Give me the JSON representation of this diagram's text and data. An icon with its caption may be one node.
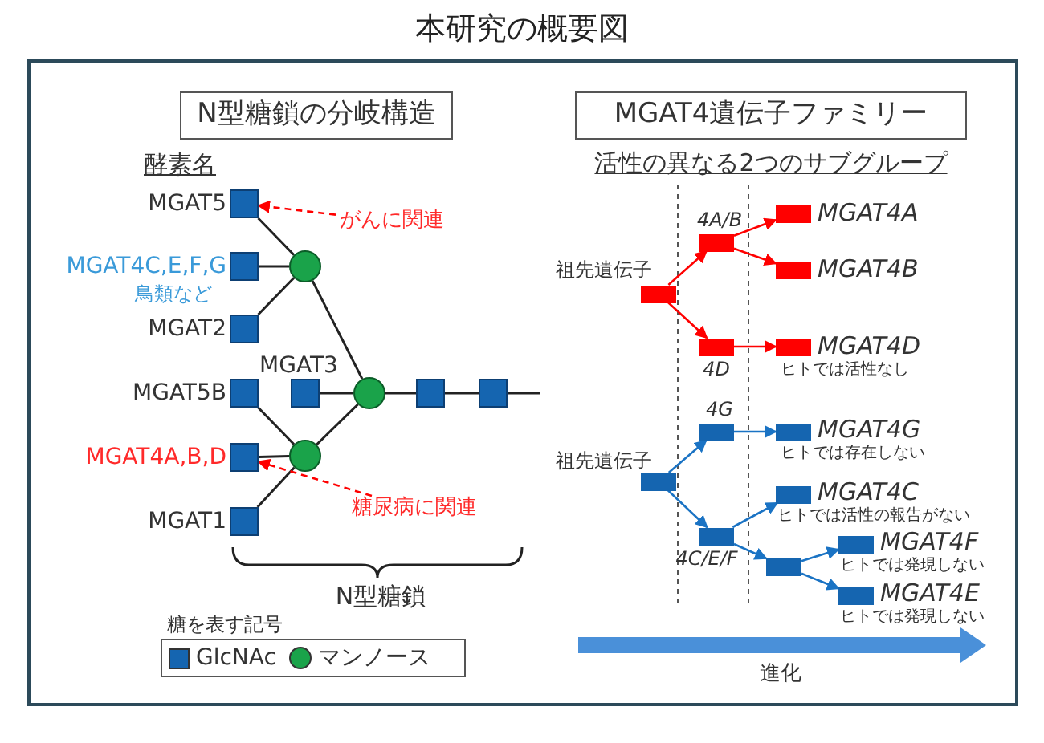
{
  "diagram": {
    "title": "本研究の概要図",
    "nodes": [
      {
        "text": [
          "N型糖鎖の分岐構造"
        ]
      },
      {
        "text": [
          "MGAT4遺伝子ファミリー"
        ]
      },
      {
        "text": [],
        "shape": "box",
        "beside": [
          "MGAT5"
        ]
      },
      {
        "text": [],
        "shape": "box",
        "beside": [
          "MGAT4C,E,F,G",
          "鳥類など"
        ]
      },
      {
        "text": [],
        "shape": "box",
        "beside": [
          "MGAT2"
        ]
      },
      {
        "text": [],
        "shape": "circle"
      },
      {
        "text": [],
        "shape": "box",
        "beside": [
          "MGAT5B"
        ]
      },
      {
        "text": [],
        "shape": "box",
        "beside": [
          "MGAT3"
        ]
      },
      {
        "text": [],
        "shape": "circle"
      },
      {
        "text": [],
        "shape": "box"
      },
      {
        "text": [],
        "shape": "box"
      },
      {
        "text": [],
        "shape": "box",
        "beside": [
          "MGAT4A,B,D"
        ]
      },
      {
        "text": [],
        "shape": "circle"
      },
      {
        "text": [],
        "shape": "box",
        "beside": [
          "MGAT1"
        ]
      },
      {
        "text": [
          "がんに関連"
        ]
      },
      {
        "text": [
          "糖尿病に関連"
        ]
      },
      {
        "text": [],
        "shape": "bar",
        "beside": [
          "祖先遺伝子"
        ]
      },
      {
        "text": [],
        "shape": "bar",
        "beside": [
          "4A/B"
        ]
      },
      {
        "text": [],
        "shape": "bar",
        "beside": [
          "4D"
        ]
      },
      {
        "text": [],
        "shape": "bar",
        "beside": [
          "MGAT4A"
        ]
      },
      {
        "text": [],
        "shape": "bar",
        "beside": [
          "MGAT4B"
        ]
      },
      {
        "text": [],
        "shape": "bar",
        "beside": [
          "MGAT4D",
          "ヒトでは活性なし"
        ]
      },
      {
        "text": [],
        "shape": "bar",
        "beside": [
          "祖先遺伝子"
        ]
      },
      {
        "text": [],
        "shape": "bar",
        "beside": [
          "4G"
        ]
      },
      {
        "text": [],
        "shape": "bar",
        "beside": [
          "4C/E/F"
        ]
      },
      {
        "text": [],
        "shape": "bar",
        "beside": [
          "MGAT4G",
          "ヒトでは存在しない"
        ]
      },
      {
        "text": [],
        "shape": "bar",
        "beside": [
          "MGAT4C",
          "ヒトでは活性の報告がない"
        ]
      },
      {
        "text": [],
        "shape": "bar"
      },
      {
        "text": [],
        "shape": "bar",
        "beside": [
          "MGAT4F",
          "ヒトでは発現しない"
        ]
      },
      {
        "text": [],
        "shape": "bar",
        "beside": [
          "MGAT4E",
          "ヒトでは発現しない"
        ]
      }
    ],
    "edges": [
      {
        "from": 2,
        "to": 5,
        "arrow": "none"
      },
      {
        "from": 3,
        "to": 5,
        "arrow": "none"
      },
      {
        "from": 4,
        "to": 5,
        "arrow": "none"
      },
      {
        "from": 5,
        "to": 8,
        "arrow": "none"
      },
      {
        "from": 6,
        "to": 12,
        "arrow": "none"
      },
      {
        "from": 11,
        "to": 12,
        "arrow": "none"
      },
      {
        "from": 13,
        "to": 12,
        "arrow": "none"
      },
      {
        "from": 12,
        "to": 8,
        "arrow": "none"
      },
      {
        "from": 7,
        "to": 8,
        "arrow": "none"
      },
      {
        "from": 8,
        "to": 9,
        "arrow": "none"
      },
      {
        "from": 9,
        "to": 10,
        "arrow": "none"
      },
      {
        "from": 10,
        "to": null,
        "arrow": "none"
      },
      {
        "from": 14,
        "to": 2,
        "arrow": "to",
        "style": "dashed",
        "color": "#ff0000"
      },
      {
        "from": 15,
        "to": 11,
        "arrow": "to",
        "style": "dashed",
        "color": "#ff0000"
      },
      {
        "from": 16,
        "to": 17,
        "arrow": "to",
        "color": "#ff0000"
      },
      {
        "from": 16,
        "to": 18,
        "arrow": "to",
        "color": "#ff0000"
      },
      {
        "from": 17,
        "to": 19,
        "arrow": "to",
        "color": "#ff0000"
      },
      {
        "from": 17,
        "to": 20,
        "arrow": "to",
        "color": "#ff0000"
      },
      {
        "from": 18,
        "to": 21,
        "arrow": "to",
        "color": "#ff0000"
      },
      {
        "from": 22,
        "to": 23,
        "arrow": "to",
        "color": "#1a73c4"
      },
      {
        "from": 22,
        "to": 24,
        "arrow": "to",
        "color": "#1a73c4"
      },
      {
        "from": 23,
        "to": 25,
        "arrow": "to",
        "color": "#1a73c4"
      },
      {
        "from": 24,
        "to": 26,
        "arrow": "to",
        "color": "#1a73c4"
      },
      {
        "from": 24,
        "to": 27,
        "arrow": "to",
        "color": "#1a73c4"
      },
      {
        "from": 27,
        "to": 28,
        "arrow": "to",
        "color": "#1a73c4"
      },
      {
        "from": 27,
        "to": 29,
        "arrow": "to",
        "color": "#1a73c4"
      }
    ],
    "labels": [
      "酵素名",
      "N型糖鎖",
      "糖を表す記号",
      "活性の異なる2つのサブグループ",
      "進化"
    ],
    "legend": [
      {
        "text": "GlcNAc",
        "color": "#1565b0"
      },
      {
        "text": "マンノース",
        "color": "#1aa34a"
      }
    ]
  }
}
